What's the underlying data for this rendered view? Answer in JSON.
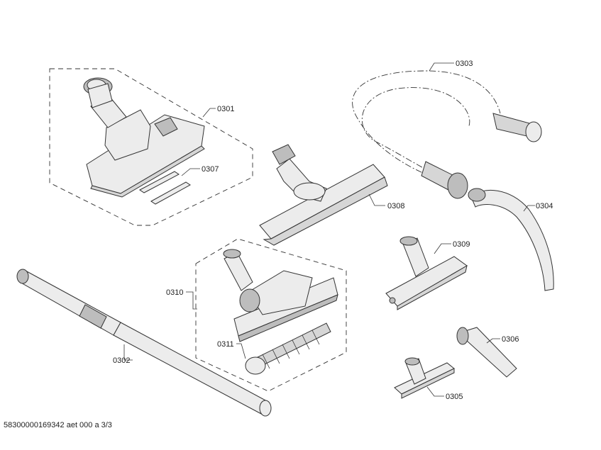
{
  "parts": [
    {
      "key": "p0301",
      "label": "0301"
    },
    {
      "key": "p0302",
      "label": "0302"
    },
    {
      "key": "p0303",
      "label": "0303"
    },
    {
      "key": "p0304",
      "label": "0304"
    },
    {
      "key": "p0305",
      "label": "0305"
    },
    {
      "key": "p0306",
      "label": "0306"
    },
    {
      "key": "p0307",
      "label": "0307"
    },
    {
      "key": "p0308",
      "label": "0308"
    },
    {
      "key": "p0309",
      "label": "0309"
    },
    {
      "key": "p0310",
      "label": "0310"
    },
    {
      "key": "p0311",
      "label": "0311"
    }
  ],
  "footer": "58300000169342 aet 000 a 3/3"
}
